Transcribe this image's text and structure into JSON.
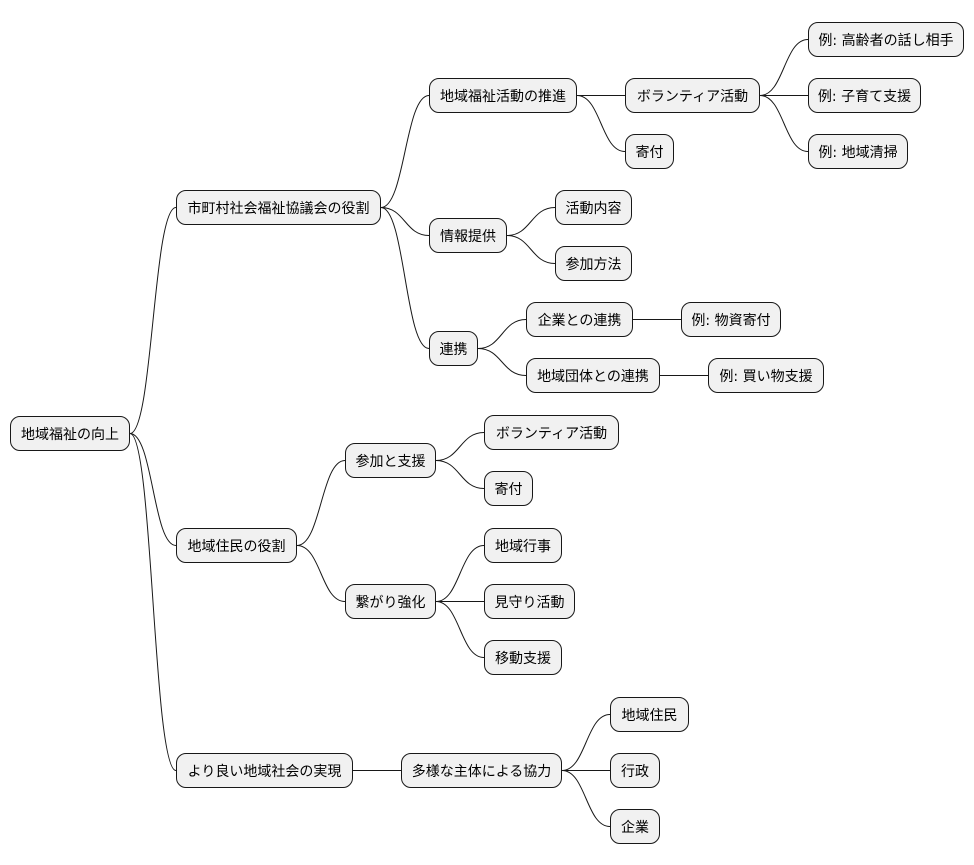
{
  "mindmap": {
    "root": "地域福祉の向上",
    "branches": {
      "council": {
        "label": "市町村社会福祉協議会の役割",
        "promotion": {
          "label": "地域福祉活動の推進",
          "volunteer": {
            "label": "ボランティア活動",
            "examples": [
              "例: 高齢者の話し相手",
              "例: 子育て支援",
              "例: 地域清掃"
            ]
          },
          "donation": "寄付"
        },
        "information": {
          "label": "情報提供",
          "items": [
            "活動内容",
            "参加方法"
          ]
        },
        "cooperation": {
          "label": "連携",
          "business": {
            "label": "企業との連携",
            "example": "例: 物資寄付"
          },
          "groups": {
            "label": "地域団体との連携",
            "example": "例: 買い物支援"
          }
        }
      },
      "residents": {
        "label": "地域住民の役割",
        "participation": {
          "label": "参加と支援",
          "items": [
            "ボランティア活動",
            "寄付"
          ]
        },
        "connection": {
          "label": "繋がり強化",
          "items": [
            "地域行事",
            "見守り活動",
            "移動支援"
          ]
        }
      },
      "society": {
        "label": "より良い地域社会の実現",
        "collaboration": {
          "label": "多様な主体による協力",
          "items": [
            "地域住民",
            "行政",
            "企業"
          ]
        }
      }
    }
  }
}
